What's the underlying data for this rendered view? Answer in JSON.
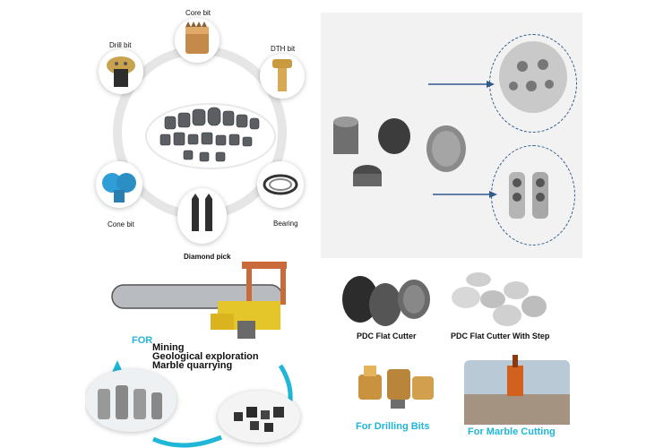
{
  "top_left": {
    "labels": {
      "core_bit": "Core bit",
      "drill_bit": "Drill bit",
      "dth_bit": "DTH bit",
      "cone_bit": "Cone bit",
      "bearing": "Bearing",
      "diamond_pick": "Diamond pick"
    }
  },
  "bottom_left": {
    "for": "FOR",
    "uses": [
      "Mining",
      "Geological exploration",
      "Marble quarrying"
    ],
    "colors": {
      "accent": "#1fb6d8"
    }
  },
  "bottom_right": {
    "pdc_flat_cutter": "PDC Flat Cutter",
    "pdc_flat_cutter_step": "PDC Flat Cutter With Step",
    "for_drilling_bits": "For Drilling Bits",
    "for_marble_cutting": "For Marble Cutting"
  }
}
